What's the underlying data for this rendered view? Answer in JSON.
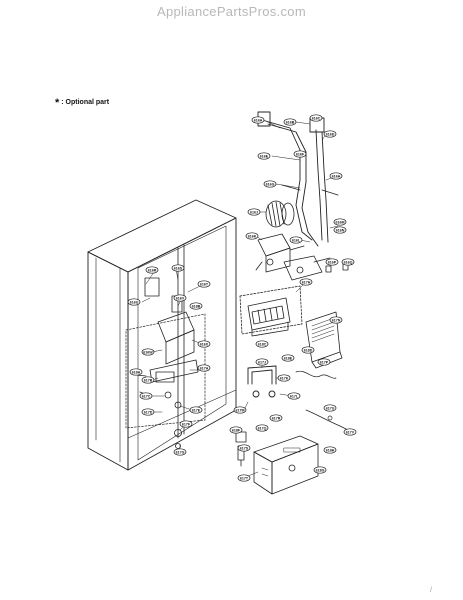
{
  "header": {
    "watermark": "AppliancePartsPros.com"
  },
  "legend": {
    "star": "*",
    "text": ": Optional part"
  },
  "footer": {
    "mark": "/"
  },
  "callouts": [
    {
      "id": "c1",
      "label": "616A"
    },
    {
      "id": "c2",
      "label": "616B"
    },
    {
      "id": "c3",
      "label": "616C"
    },
    {
      "id": "c4",
      "label": "616D"
    },
    {
      "id": "c5",
      "label": "616E"
    },
    {
      "id": "c6",
      "label": "616F"
    },
    {
      "id": "c7",
      "label": "616G"
    },
    {
      "id": "c8",
      "label": "616H"
    },
    {
      "id": "c9",
      "label": "616J"
    },
    {
      "id": "c10",
      "label": "616K"
    },
    {
      "id": "c11",
      "label": "616L"
    },
    {
      "id": "c12",
      "label": "616M"
    },
    {
      "id": "c13",
      "label": "616N"
    },
    {
      "id": "c14",
      "label": "616P"
    },
    {
      "id": "c15",
      "label": "616Q"
    },
    {
      "id": "c16",
      "label": "616R"
    },
    {
      "id": "c17",
      "label": "616S"
    },
    {
      "id": "c18",
      "label": "616T"
    },
    {
      "id": "c19",
      "label": "616U"
    },
    {
      "id": "c20",
      "label": "616V"
    },
    {
      "id": "c21",
      "label": "616W"
    },
    {
      "id": "c22",
      "label": "616X"
    },
    {
      "id": "c23",
      "label": "617A"
    },
    {
      "id": "c24",
      "label": "617B"
    },
    {
      "id": "c25",
      "label": "617C"
    },
    {
      "id": "c26",
      "label": "617D"
    },
    {
      "id": "c27",
      "label": "617E"
    },
    {
      "id": "c28",
      "label": "617F"
    },
    {
      "id": "c29",
      "label": "617G"
    },
    {
      "id": "c30",
      "label": "617H"
    },
    {
      "id": "c31",
      "label": "617J"
    },
    {
      "id": "c32",
      "label": "617K"
    },
    {
      "id": "c33",
      "label": "617L"
    },
    {
      "id": "c34",
      "label": "617M"
    },
    {
      "id": "c35",
      "label": "617N"
    },
    {
      "id": "c36",
      "label": "617P"
    },
    {
      "id": "c37",
      "label": "617Q"
    },
    {
      "id": "c38",
      "label": "617R"
    },
    {
      "id": "c39",
      "label": "617S"
    },
    {
      "id": "c40",
      "label": "617T"
    },
    {
      "id": "c41",
      "label": "617U"
    },
    {
      "id": "c42",
      "label": "617V"
    },
    {
      "id": "c43",
      "label": "618A"
    },
    {
      "id": "c44",
      "label": "618B"
    },
    {
      "id": "c45",
      "label": "618C"
    },
    {
      "id": "c46",
      "label": "618D"
    },
    {
      "id": "c47",
      "label": "618E"
    },
    {
      "id": "c48",
      "label": "618F"
    },
    {
      "id": "c49",
      "label": "618G"
    },
    {
      "id": "c50",
      "label": "618H"
    }
  ]
}
